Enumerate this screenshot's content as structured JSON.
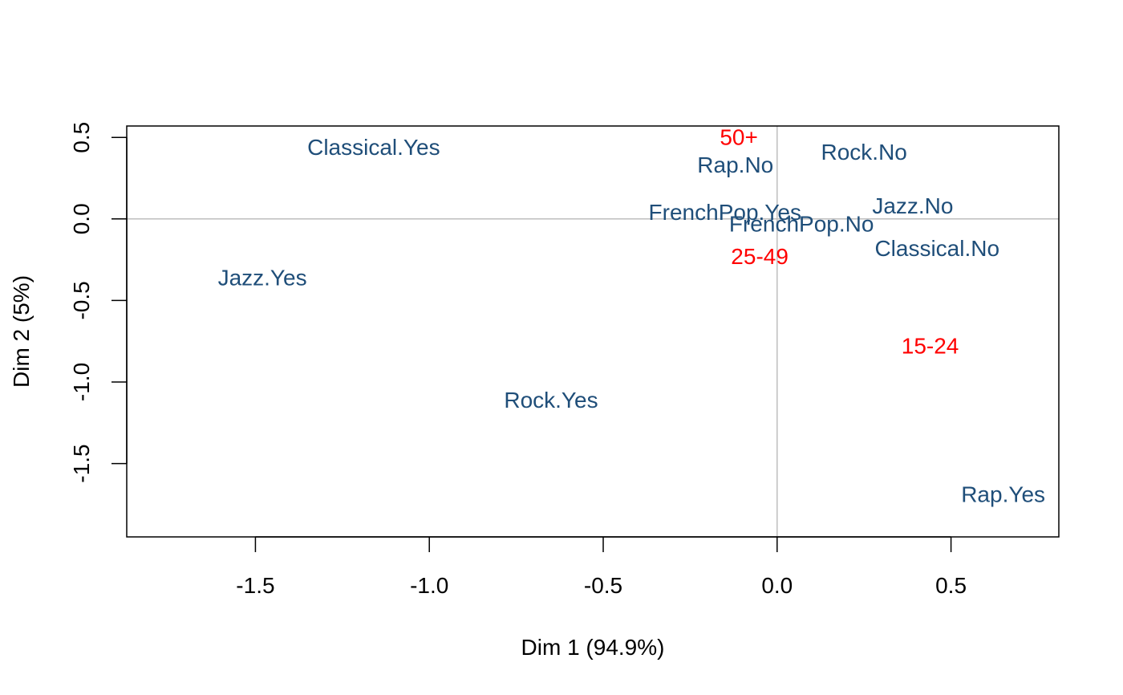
{
  "chart_data": {
    "type": "scatter",
    "title": "",
    "xlabel": "Dim 1 (94.9%)",
    "ylabel": "Dim 2 (5%)",
    "xlim": [
      -1.87,
      0.81
    ],
    "ylim": [
      -1.95,
      0.57
    ],
    "xticks": [
      {
        "value": -1.5,
        "label": "-1.5"
      },
      {
        "value": -1.0,
        "label": "-1.0"
      },
      {
        "value": -0.5,
        "label": "-0.5"
      },
      {
        "value": 0.0,
        "label": "0.0"
      },
      {
        "value": 0.5,
        "label": "0.5"
      }
    ],
    "yticks": [
      {
        "value": 0.5,
        "label": "0.5"
      },
      {
        "value": 0.0,
        "label": "0.0"
      },
      {
        "value": -0.5,
        "label": "-0.5"
      },
      {
        "value": -1.0,
        "label": "-1.0"
      },
      {
        "value": -1.5,
        "label": "-1.5"
      }
    ],
    "reference_lines": {
      "x": 0,
      "y": 0,
      "color": "#bebebe"
    },
    "grid": false,
    "series": [
      {
        "color": "#1f4e79",
        "points": [
          {
            "label": "Classical.Yes",
            "x": -1.16,
            "y": 0.43
          },
          {
            "label": "Rap.No",
            "x": -0.12,
            "y": 0.32
          },
          {
            "label": "Rock.No",
            "x": 0.25,
            "y": 0.4
          },
          {
            "label": "FrenchPop.Yes",
            "x": -0.15,
            "y": 0.03
          },
          {
            "label": "Jazz.No",
            "x": 0.39,
            "y": 0.07
          },
          {
            "label": "FrenchPop.No",
            "x": 0.07,
            "y": -0.04
          },
          {
            "label": "Classical.No",
            "x": 0.46,
            "y": -0.19
          },
          {
            "label": "Jazz.Yes",
            "x": -1.48,
            "y": -0.37
          },
          {
            "label": "Rock.Yes",
            "x": -0.65,
            "y": -1.12
          },
          {
            "label": "Rap.Yes",
            "x": 0.65,
            "y": -1.7
          }
        ]
      },
      {
        "color": "#ff0000",
        "points": [
          {
            "label": "50+",
            "x": -0.11,
            "y": 0.49
          },
          {
            "label": "25-49",
            "x": -0.05,
            "y": -0.24
          },
          {
            "label": "15-24",
            "x": 0.44,
            "y": -0.79
          }
        ]
      }
    ]
  }
}
